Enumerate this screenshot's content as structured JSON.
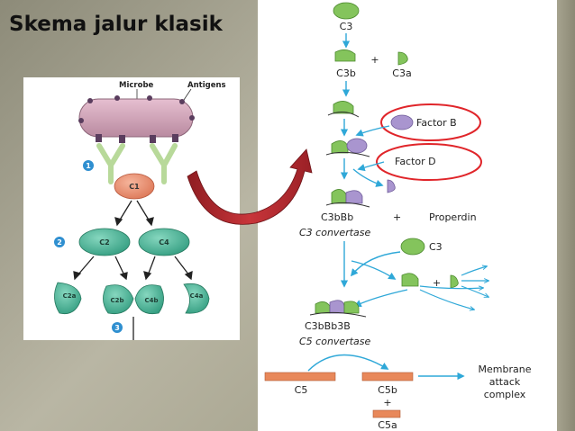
{
  "slide": {
    "title": "Skema jalur klasik"
  },
  "left_diagram": {
    "microbe_label": "Microbe",
    "antigens_label": "Antigens",
    "step1": "1",
    "step2": "2",
    "step3": "3",
    "c1": "C1",
    "c2": "C2",
    "c4": "C4",
    "c2a": "C2a",
    "c2b": "C2b",
    "c4b": "C4b",
    "c4a": "C4a"
  },
  "right_diagram": {
    "c3_top": "C3",
    "c3b": "C3b",
    "plus1": "+",
    "c3a": "C3a",
    "factor_b": "Factor B",
    "factor_d": "Factor D",
    "c3bbb": "C3bBb",
    "plus2": "+",
    "properdin": "Properdin",
    "c3_convertase": "C3 convertase",
    "c3_mid": "C3",
    "plus3": "+",
    "c3bbb3b": "C3bBb3B",
    "c5_convertase": "C5 convertase",
    "c5": "C5",
    "c5b": "C5b",
    "plus4": "+",
    "c5a": "C5a",
    "membrane_attack_complex": [
      "Membrane",
      "attack",
      "complex"
    ]
  },
  "colors": {
    "green": "#84c45c",
    "purple": "#a995cf",
    "teal": "#4fb59a",
    "salmon": "#e8866a",
    "blue_arrow": "#2fa8d8",
    "red_circle": "#e0252a",
    "curved_arrow": "#b3262a",
    "orange_bar": "#e8885a"
  }
}
